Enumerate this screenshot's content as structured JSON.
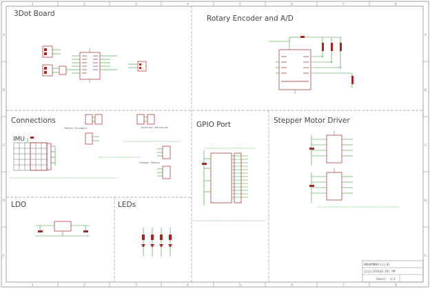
{
  "sections": {
    "board": "3Dot Board",
    "encoder": "Rotary Encoder and A/D",
    "connections": "Connections",
    "imu": "IMU",
    "gpio": "GPIO Port",
    "stepper": "Stepper Motor Driver",
    "ldo": "LDO",
    "leds": "LEDs"
  },
  "frame": {
    "columns": [
      "1",
      "2",
      "3",
      "4",
      "5",
      "6",
      "7",
      "8"
    ],
    "rows": [
      "A",
      "B",
      "C",
      "D",
      "E"
    ]
  },
  "notes": {
    "rotary_encoder": "Rotary Encoders",
    "external_batteries": "External Batteries",
    "stepper_motors": "Stepper Motors"
  },
  "title_block": {
    "line1": "#BOOPMBR(1)1_0)",
    "line2": "1111(1P1016:29) PM",
    "sheet_label": "Sheet:",
    "sheet_value": "1/1"
  },
  "colors": {
    "wire": "#2a9a2a",
    "part": "#a22222",
    "frame": "#777777"
  }
}
